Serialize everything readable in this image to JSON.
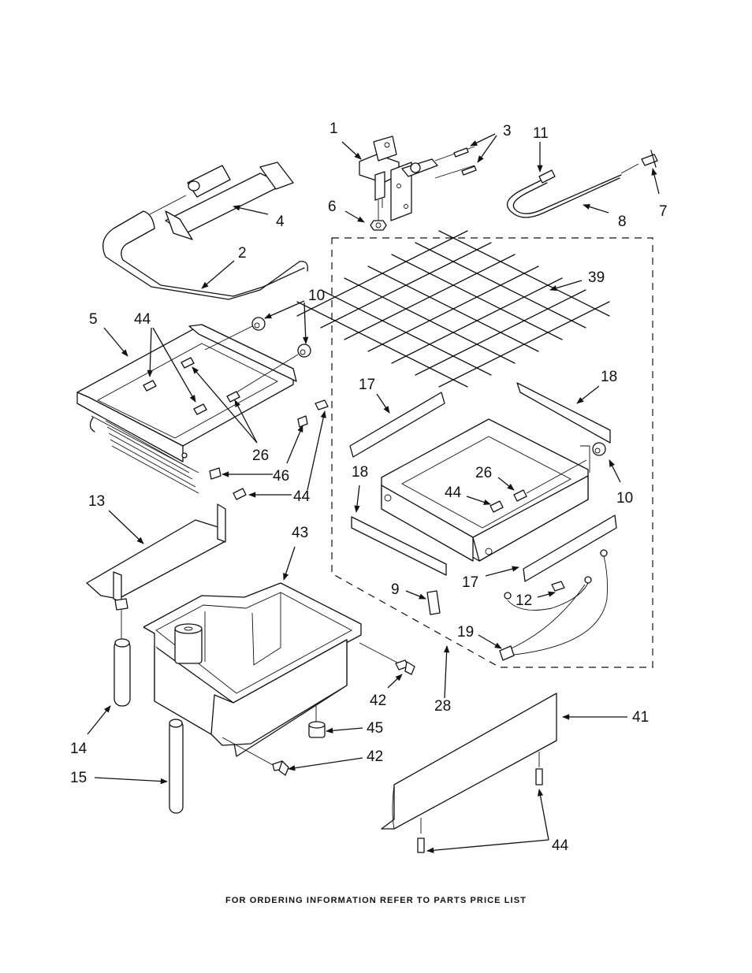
{
  "diagram": {
    "type": "exploded-parts-diagram",
    "callouts": [
      {
        "id": "c1",
        "label": "1"
      },
      {
        "id": "c3",
        "label": "3"
      },
      {
        "id": "c11",
        "label": "11"
      },
      {
        "id": "c6",
        "label": "6"
      },
      {
        "id": "c8",
        "label": "8"
      },
      {
        "id": "c7",
        "label": "7"
      },
      {
        "id": "c4",
        "label": "4"
      },
      {
        "id": "c2",
        "label": "2"
      },
      {
        "id": "c39",
        "label": "39"
      },
      {
        "id": "c10a",
        "label": "10"
      },
      {
        "id": "c5",
        "label": "5"
      },
      {
        "id": "c44a",
        "label": "44"
      },
      {
        "id": "c17a",
        "label": "17"
      },
      {
        "id": "c18a",
        "label": "18"
      },
      {
        "id": "c26a",
        "label": "26"
      },
      {
        "id": "c46",
        "label": "46"
      },
      {
        "id": "c44b",
        "label": "44"
      },
      {
        "id": "c18b",
        "label": "18"
      },
      {
        "id": "c26b",
        "label": "26"
      },
      {
        "id": "c44c",
        "label": "44"
      },
      {
        "id": "c10b",
        "label": "10"
      },
      {
        "id": "c13",
        "label": "13"
      },
      {
        "id": "c43",
        "label": "43"
      },
      {
        "id": "c17b",
        "label": "17"
      },
      {
        "id": "c9",
        "label": "9"
      },
      {
        "id": "c12",
        "label": "12"
      },
      {
        "id": "c19",
        "label": "19"
      },
      {
        "id": "c42a",
        "label": "42"
      },
      {
        "id": "c28",
        "label": "28"
      },
      {
        "id": "c14",
        "label": "14"
      },
      {
        "id": "c45",
        "label": "45"
      },
      {
        "id": "c41",
        "label": "41"
      },
      {
        "id": "c42b",
        "label": "42"
      },
      {
        "id": "c15",
        "label": "15"
      },
      {
        "id": "c44d",
        "label": "44"
      }
    ]
  },
  "footer": {
    "text": "FOR ORDERING INFORMATION REFER TO PARTS PRICE LIST"
  }
}
